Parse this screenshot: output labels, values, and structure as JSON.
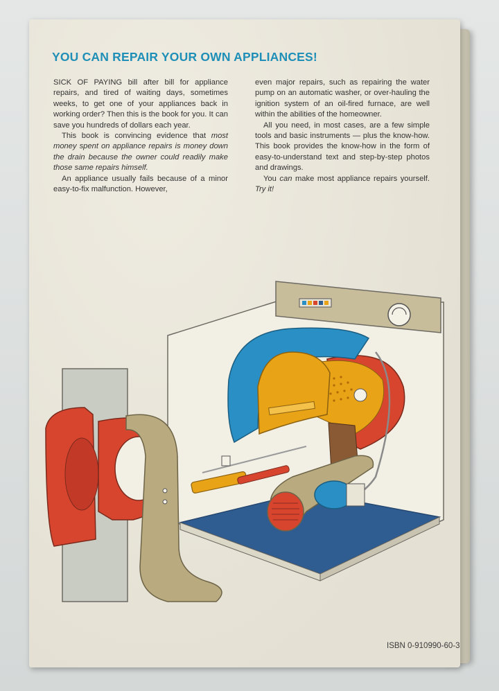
{
  "cover": {
    "headline": "YOU CAN REPAIR YOUR OWN APPLIANCES!",
    "left_column": {
      "p1": "SICK OF PAYING bill after bill for appliance repairs, and tired of waiting days, sometimes weeks, to get one of your appliances back in working order? Then this is the book for you. It can save you hundreds of dollars each year.",
      "p2_start": "This book is convincing evidence that ",
      "p2_emphasis": "most money spent on appliance repairs is money down the drain because the owner could readily make those same repairs himself.",
      "p3": "An appliance usually fails because of a minor easy-to-fix malfunction. However,"
    },
    "right_column": {
      "p1": "even major repairs, such as repairing the water pump on an automatic washer, or over-hauling the ignition system of an oil-fired furnace, are well within the abilities of the homeowner.",
      "p2": "All you need, in most cases, are a few simple tools and basic instruments — plus the know-how. This book provides the know-how in the form of easy-to-understand text and step-by-step photos and drawings.",
      "p3_start": "You ",
      "p3_can": "can",
      "p3_middle": " make most appliance repairs yourself. ",
      "p3_end": "Try it!"
    },
    "isbn": "ISBN 0-910990-60-3"
  },
  "colors": {
    "headline": "#1f8fb7",
    "drum_blue": "#2a8fc4",
    "heater_orange": "#e8a316",
    "drum_red": "#d8452f",
    "base_blue": "#2f5d92",
    "khaki": "#b9ab7f",
    "cabinet": "#f2efe4"
  },
  "illustration": {
    "subject": "cutaway-clothes-dryer"
  }
}
